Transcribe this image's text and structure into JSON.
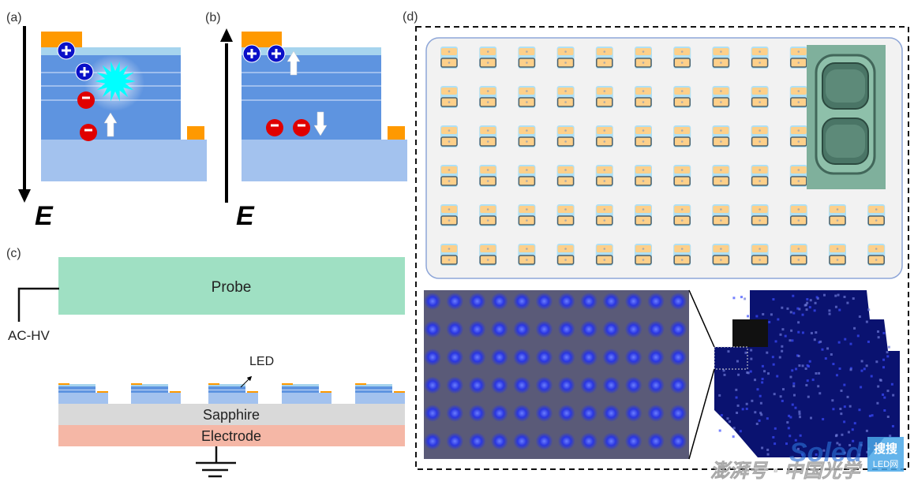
{
  "panels": {
    "a": {
      "label": "(a)",
      "field_label": "E",
      "field_direction": "down"
    },
    "b": {
      "label": "(b)",
      "field_label": "E",
      "field_direction": "up"
    },
    "c": {
      "label": "(c)",
      "probe": "Probe",
      "source": "AC-HV",
      "led": "LED",
      "substrate": "Sapphire",
      "electrode": "Electrode"
    },
    "d": {
      "label": "(d)",
      "grid_columns": 12,
      "grid_rows": 6
    }
  },
  "colors": {
    "contact": "#ff9900",
    "layer_top": "#a6d4ee",
    "layer_main": "#5e94e0",
    "substrate": "#a3c2ee",
    "hole": "#0a10c8",
    "electron": "#e00000",
    "emission": "#00ffff",
    "probe": "#9fe0c3",
    "sapphire": "#d9d9d9",
    "electrode": "#f5b7a6"
  },
  "watermark": {
    "text": "澎湃号 · 中国光学",
    "logo": "Soled",
    "badge": "搜搜 LED网"
  }
}
